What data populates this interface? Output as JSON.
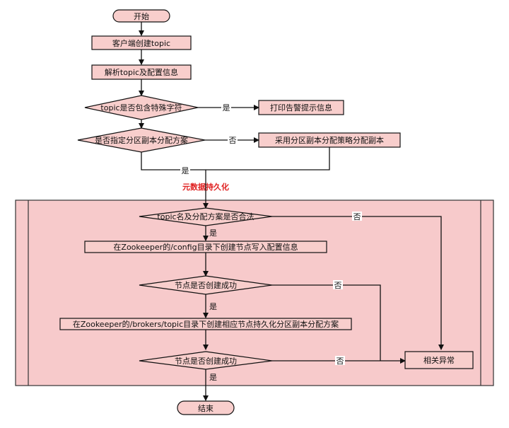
{
  "diagram": {
    "section_title": "元数据持久化",
    "nodes": {
      "start": "开始",
      "create_topic": "客户端创建topic",
      "parse": "解析topic及配置信息",
      "special_chars": "topic是否包含特殊字符",
      "print_warning": "打印告警提示信息",
      "assign_specified": "是否指定分区副本分配方案",
      "use_strategy": "采用分区副本分配策略分配副本",
      "topic_valid": "topic名及分配方案是否合法",
      "write_config": "在Zookeeper的/config目录下创建节点写入配置信息",
      "node_ok_1": "节点是否创建成功",
      "write_brokers": "在Zookeeper的/brokers/topic目录下创建相应节点持久化分区副本分配方案",
      "node_ok_2": "节点是否创建成功",
      "exception": "相关异常",
      "end": "结束"
    },
    "edge_labels": {
      "special_yes": "是",
      "assign_no": "否",
      "assign_yes": "是",
      "valid_no": "否",
      "valid_yes": "是",
      "ok1_no": "否",
      "ok1_yes": "是",
      "ok2_no": "否",
      "ok2_yes": "是"
    },
    "colors": {
      "box_fill": "#f8cecc",
      "stroke": "#111111",
      "section_fill": "#f7cacb",
      "title_red": "#e02020"
    }
  }
}
